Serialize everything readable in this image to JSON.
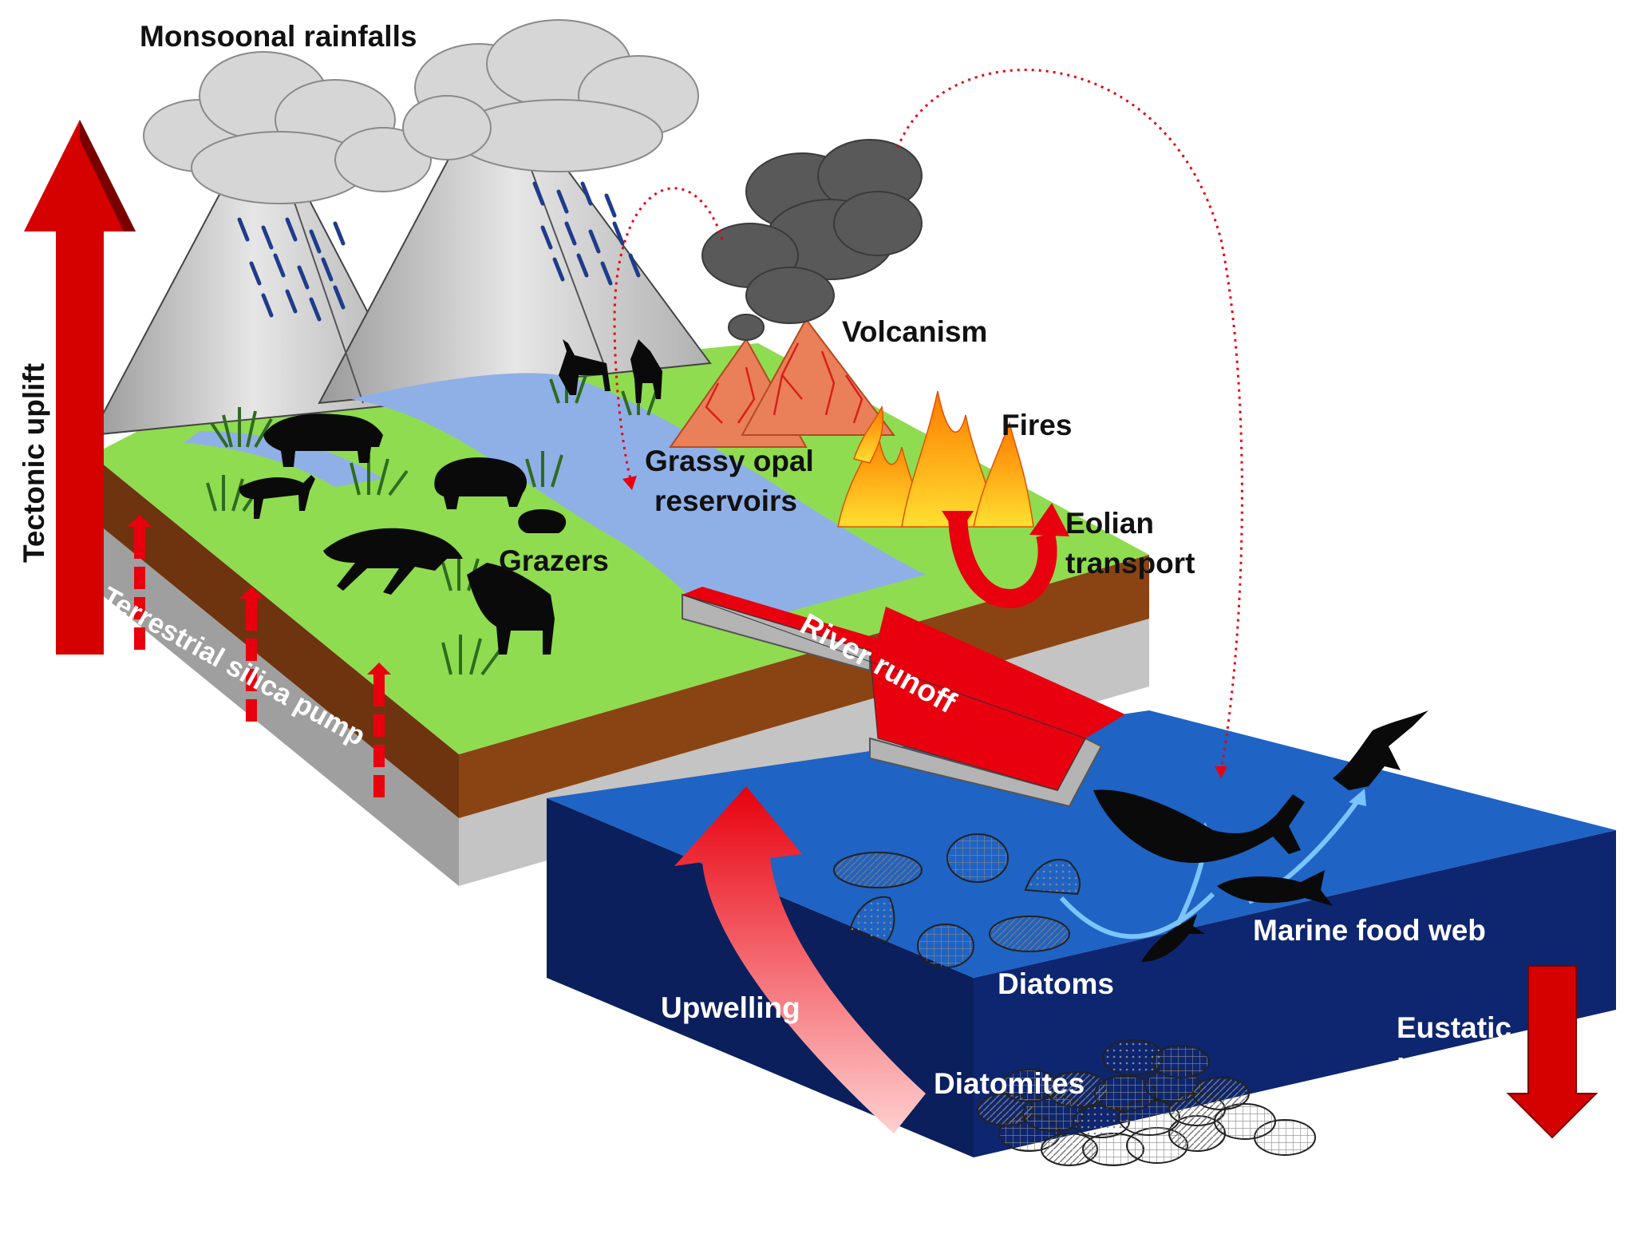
{
  "labels": {
    "monsoonal_rainfalls": "Monsoonal rainfalls",
    "tectonic_uplift": "Tectonic uplift",
    "volcanism": "Volcanism",
    "fires": "Fires",
    "grassy_opal_line1": "Grassy opal",
    "grassy_opal_line2": "reservoirs",
    "eolian_line1": "Eolian",
    "eolian_line2": "transport",
    "grazers": "Grazers",
    "terrestrial_silica_pump": "Terrestrial silica pump",
    "river_runoff": "River runoff",
    "marine_food_web": "Marine food web",
    "diatoms": "Diatoms",
    "upwelling": "Upwelling",
    "eustatic_line1": "Eustatic",
    "eustatic_line2": "lowering",
    "diatomites": "Diatomites"
  },
  "colors": {
    "arrow_red": "#e8000e",
    "grass_green": "#8fdc50",
    "soil_brown": "#7a3a12",
    "rock_grey": "#a9a9a9",
    "ocean_top": "#1f63c4",
    "ocean_side": "#0b1f5c",
    "river_blue": "#8fb0e6",
    "volcano_orange": "#e9805a",
    "smoke_dark": "#555555",
    "cloud_grey": "#d6d6d6",
    "dotted_red": "#e8000e",
    "food_web_blue": "#7cc4ff"
  },
  "icons": [
    "cloud-icon",
    "rain-icon",
    "mountain-icon",
    "volcano-icon",
    "smoke-icon",
    "flame-icon",
    "antelope-icon",
    "rhino-icon",
    "hippo-icon",
    "horse-icon",
    "grass-tuft-icon",
    "whale-icon",
    "fish-icon",
    "bird-icon",
    "diatom-icon"
  ]
}
